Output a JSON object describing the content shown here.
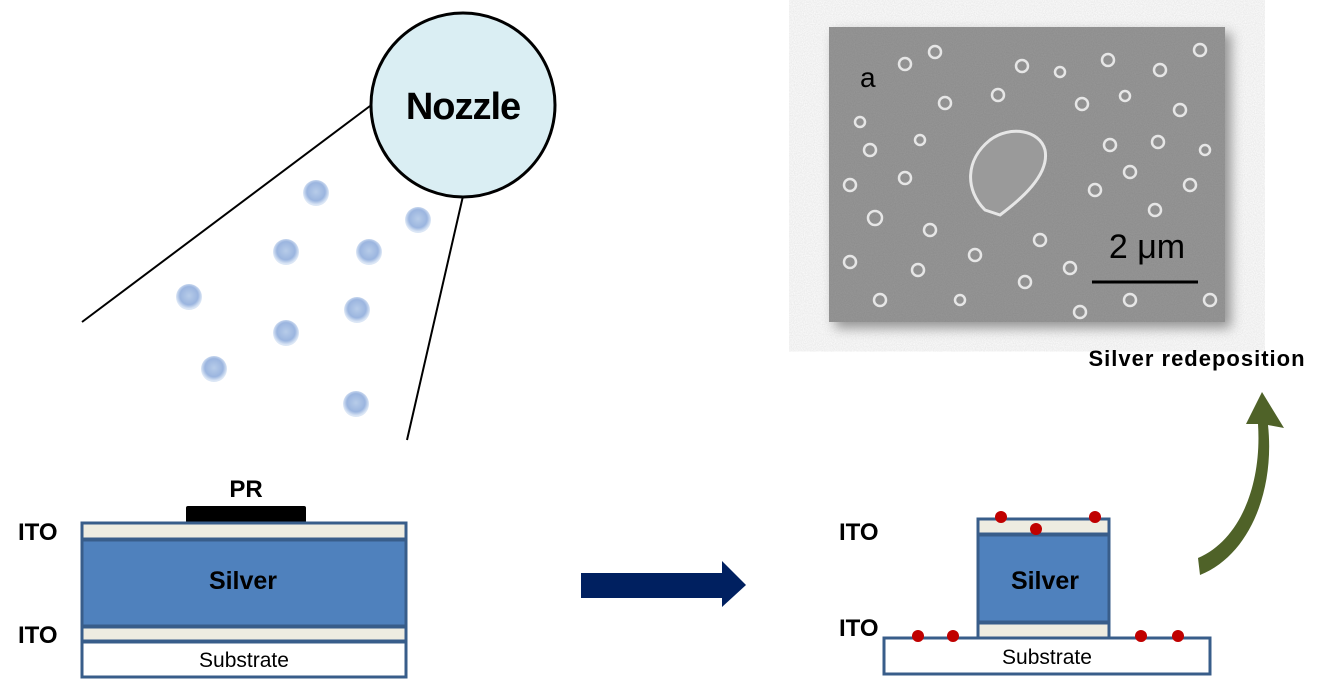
{
  "nozzle": {
    "label": "Nozzle",
    "fill": "#daeef3"
  },
  "left_stack": {
    "pr": "PR",
    "ito_top": "ITO",
    "silver": "Silver",
    "ito_bottom": "ITO",
    "substrate": "Substrate"
  },
  "right_stack": {
    "ito_top": "ITO",
    "silver": "Silver",
    "ito_bottom": "ITO",
    "substrate": "Substrate"
  },
  "sem": {
    "panel_label": "a",
    "scale_bar": "2 μm"
  },
  "caption": "Silver redeposition",
  "colors": {
    "silver": "#4f81bd",
    "border": "#385d8a",
    "ito": "#eeece1",
    "particle": "#c00000",
    "arrow": "#002060",
    "green": "#4f6228"
  }
}
